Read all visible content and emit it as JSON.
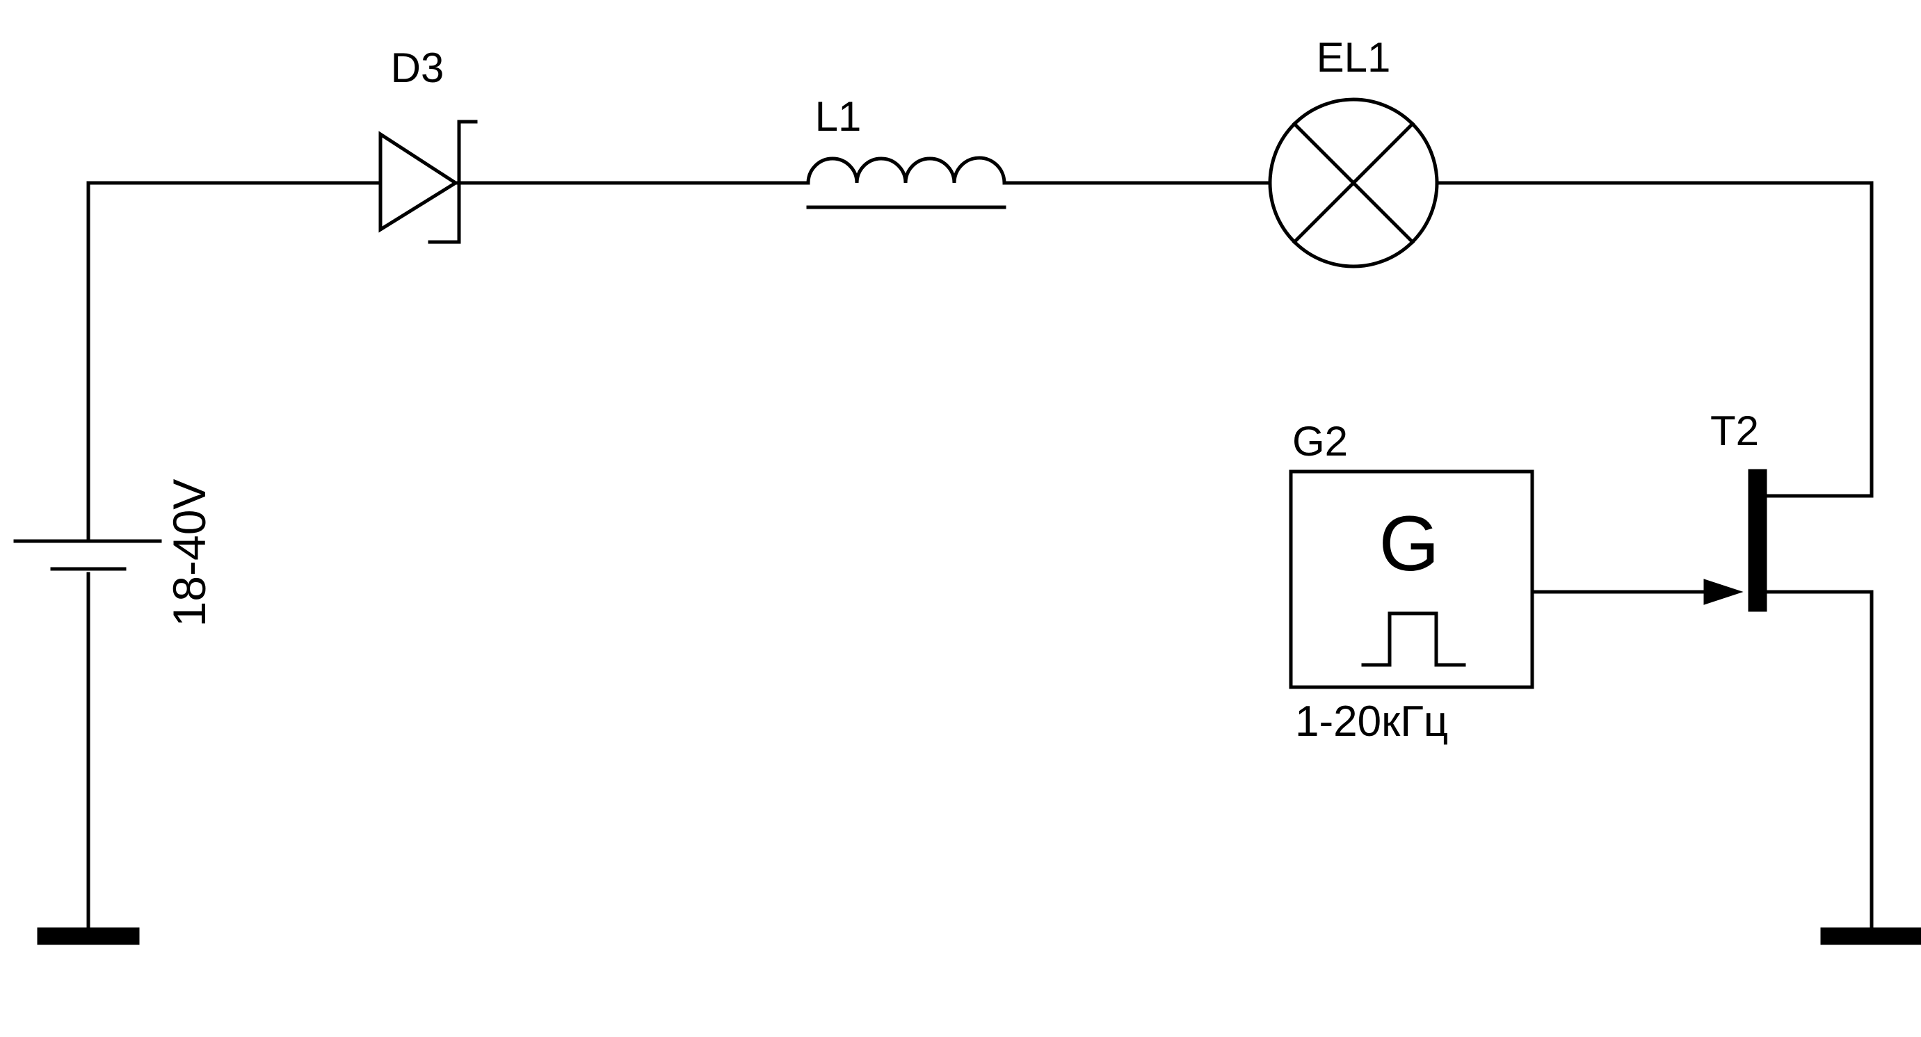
{
  "diagram": {
    "type": "electrical-schematic",
    "components": {
      "battery": {
        "value_label": "18-40V"
      },
      "diode": {
        "designator": "D3",
        "kind": "zener"
      },
      "inductor": {
        "designator": "L1"
      },
      "lamp": {
        "designator": "EL1"
      },
      "generator": {
        "designator": "G2",
        "symbol": "G",
        "frequency_label": "1-20кГц"
      },
      "transistor": {
        "designator": "T2"
      }
    },
    "colors": {
      "line": "#000000",
      "background": "#ffffff"
    }
  }
}
